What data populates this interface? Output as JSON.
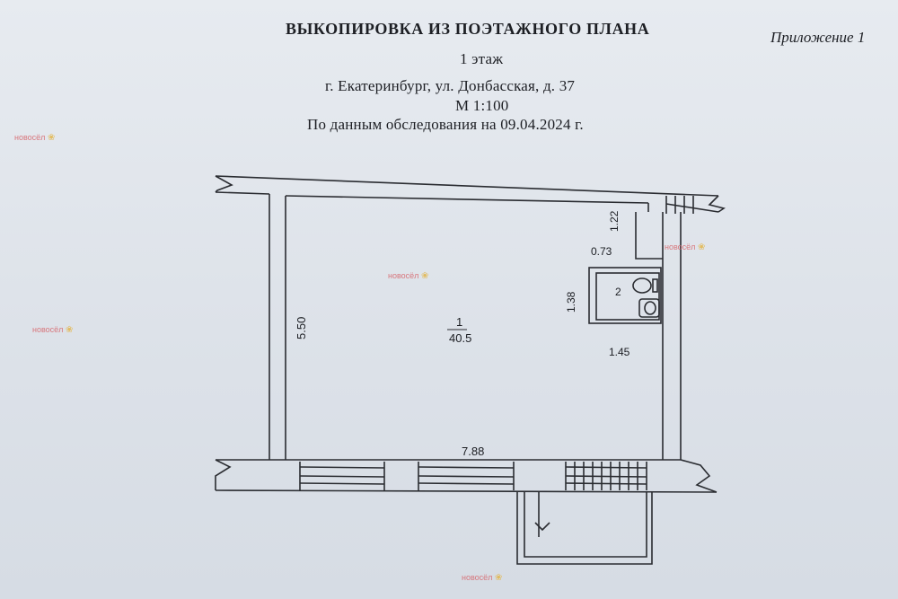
{
  "header": {
    "title": "ВЫКОПИРОВКА ИЗ ПОЭТАЖНОГО ПЛАНА",
    "floor": "1 этаж",
    "address": "г. Екатеринбург, ул. Донбасская, д. 37",
    "scale": "М 1:100",
    "survey": "По данным обследования на 09.04.2024 г."
  },
  "appendix": "Приложение 1",
  "plan": {
    "room_main_number": "1",
    "room_main_area": "40.5",
    "room_bath_number": "2",
    "dims": {
      "left_height": "5.50",
      "bottom_width": "7.88",
      "corridor_height": "1.22",
      "corridor_width": "0.73",
      "bath_height": "1.38",
      "bath_width": "1.45"
    }
  },
  "watermark": "новосёл"
}
